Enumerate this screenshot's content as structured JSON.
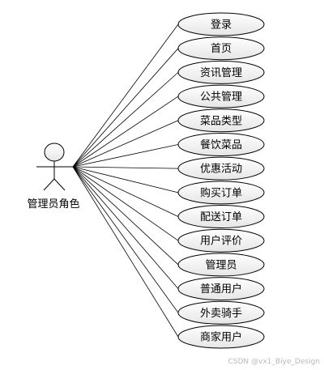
{
  "actor": {
    "label": "管理员角色"
  },
  "use_cases": [
    {
      "label": "登录"
    },
    {
      "label": "首页"
    },
    {
      "label": "资讯管理"
    },
    {
      "label": "公共管理"
    },
    {
      "label": "菜品类型"
    },
    {
      "label": "餐饮菜品"
    },
    {
      "label": "优惠活动"
    },
    {
      "label": "购买订单"
    },
    {
      "label": "配送订单"
    },
    {
      "label": "用户评价"
    },
    {
      "label": "管理员"
    },
    {
      "label": "普通用户"
    },
    {
      "label": "外卖骑手"
    },
    {
      "label": "商家用户"
    }
  ],
  "watermark": "CSDN @vx1_Biye_Design",
  "colors": {
    "stroke": "#000000",
    "ellipse_fill_top": "#ffffff",
    "ellipse_fill_bottom": "#e8e8e8",
    "watermark": "#b9b9b9"
  }
}
